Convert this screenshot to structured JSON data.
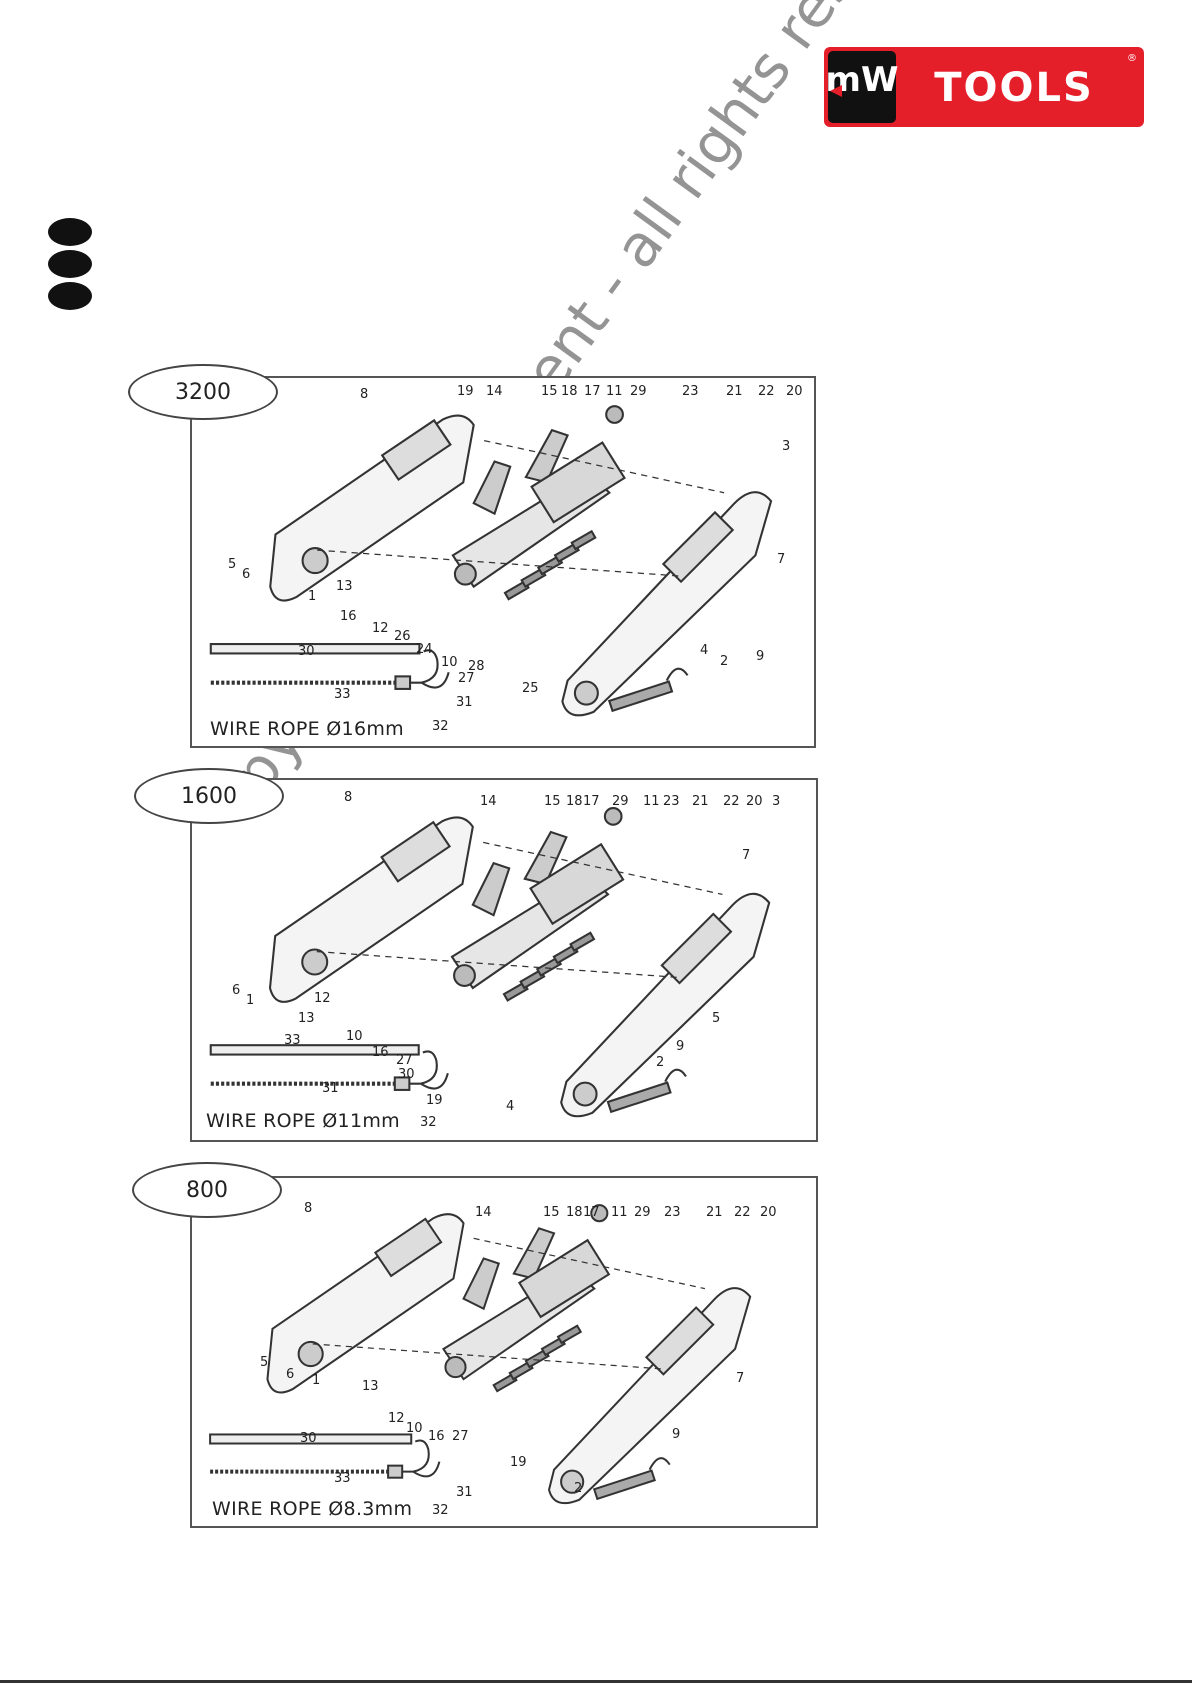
{
  "brand": {
    "logo_mark": "mW",
    "logo_text": "TOOLS",
    "registered": "®",
    "color": "#e51f2a"
  },
  "sections": [
    {
      "model": "3200",
      "rope_label": "WIRE ROPE Ø16mm",
      "callouts": [
        "8",
        "19",
        "14",
        "15",
        "18",
        "17",
        "11",
        "29",
        "23",
        "21",
        "22",
        "20",
        "3",
        "7",
        "5",
        "6",
        "1",
        "13",
        "16",
        "12",
        "26",
        "24",
        "10",
        "28",
        "27",
        "25",
        "4",
        "2",
        "9",
        "30",
        "33",
        "31",
        "32"
      ]
    },
    {
      "model": "1600",
      "rope_label": "WIRE ROPE Ø11mm",
      "callouts": [
        "8",
        "14",
        "15",
        "18",
        "17",
        "29",
        "11",
        "23",
        "21",
        "22",
        "20",
        "3",
        "7",
        "5",
        "6",
        "1",
        "13",
        "12",
        "10",
        "16",
        "27",
        "30",
        "33",
        "31",
        "32",
        "19",
        "4",
        "9",
        "2"
      ]
    },
    {
      "model": "800",
      "rope_label": "WIRE ROPE Ø8.3mm",
      "callouts": [
        "8",
        "14",
        "15",
        "18",
        "17",
        "11",
        "29",
        "23",
        "21",
        "22",
        "20",
        "5",
        "6",
        "1",
        "13",
        "12",
        "10",
        "16",
        "27",
        "7",
        "9",
        "30",
        "33",
        "31",
        "32",
        "19",
        "2"
      ]
    }
  ],
  "watermark": "copyrighted document - all rights reserved by FBC"
}
